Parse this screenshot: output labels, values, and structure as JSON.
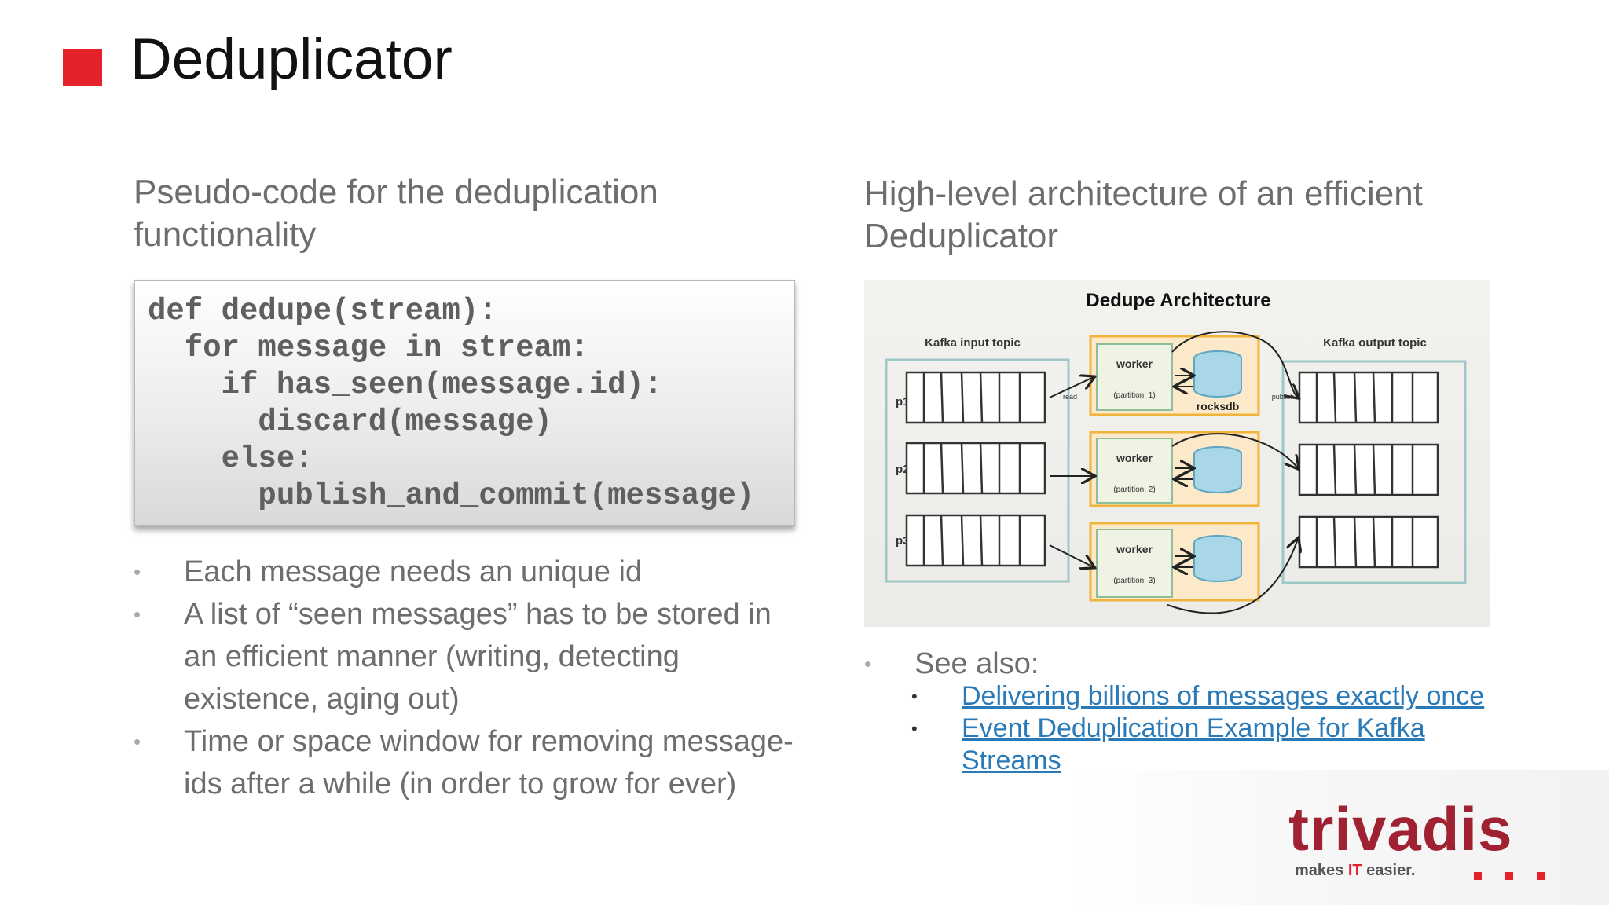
{
  "slide": {
    "title": "Deduplicator",
    "accent_color": "#e3222c"
  },
  "left": {
    "heading_line1": "Pseudo-code for the deduplication",
    "heading_line2": "functionality",
    "code": [
      "def dedupe(stream):",
      "  for message in stream:",
      "    if has_seen(message.id):",
      "      discard(message)",
      "    else:",
      "      publish_and_commit(message)"
    ],
    "bullets": [
      "Each message needs an unique id",
      "A list of “seen messages” has to be stored in an efficient manner (writing, detecting existence, aging out)",
      "Time or space window for removing message-ids after a while (in order to grow for ever)"
    ]
  },
  "right": {
    "heading_line1": "High-level architecture of an efficient",
    "heading_line2": "Deduplicator",
    "diagram": {
      "title": "Dedupe Architecture",
      "input_label": "Kafka input topic",
      "output_label": "Kafka output topic",
      "partitions": [
        "p1",
        "p2",
        "p3"
      ],
      "worker_label": "worker",
      "worker_partitions": [
        "(partition: 1)",
        "(partition: 2)",
        "(partition: 3)"
      ],
      "read_label": "read",
      "publish_label": "publish",
      "db_label": "rocksdb"
    },
    "see_also": "See also:",
    "links": [
      "Delivering billions of messages exactly once",
      "Event Deduplication Example for Kafka Streams"
    ]
  },
  "logo": {
    "brand": "trivadis",
    "tagline_pre": "makes ",
    "tagline_it": "IT",
    "tagline_post": " easier.",
    "brand_color": "#a02232",
    "accent_color": "#e3222c"
  }
}
